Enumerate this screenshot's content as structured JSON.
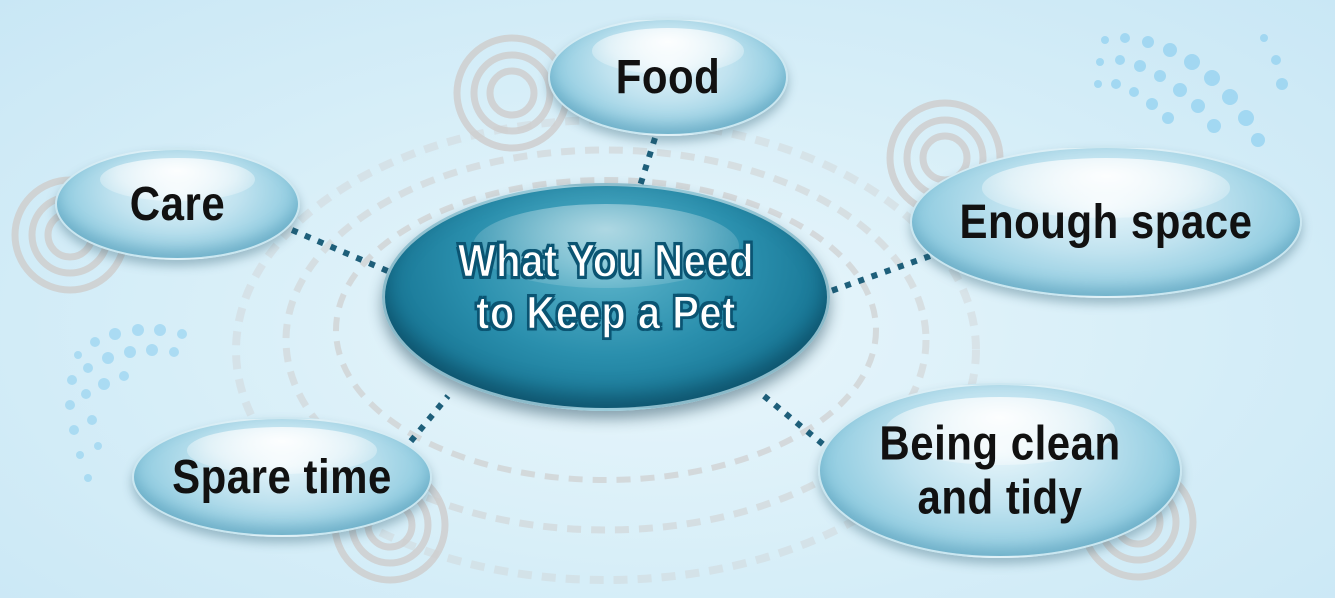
{
  "center": {
    "title": "What You Need to Keep a Pet"
  },
  "nodes": {
    "food": "Food",
    "care": "Care",
    "space": "Enough space",
    "spare_time": "Spare time",
    "clean": "Being clean and tidy"
  },
  "colors": {
    "center_fill": "#1a7a98",
    "bubble_fill": "#a6d6e8",
    "connector": "#1e5f7a",
    "background": "#d6eef8"
  }
}
